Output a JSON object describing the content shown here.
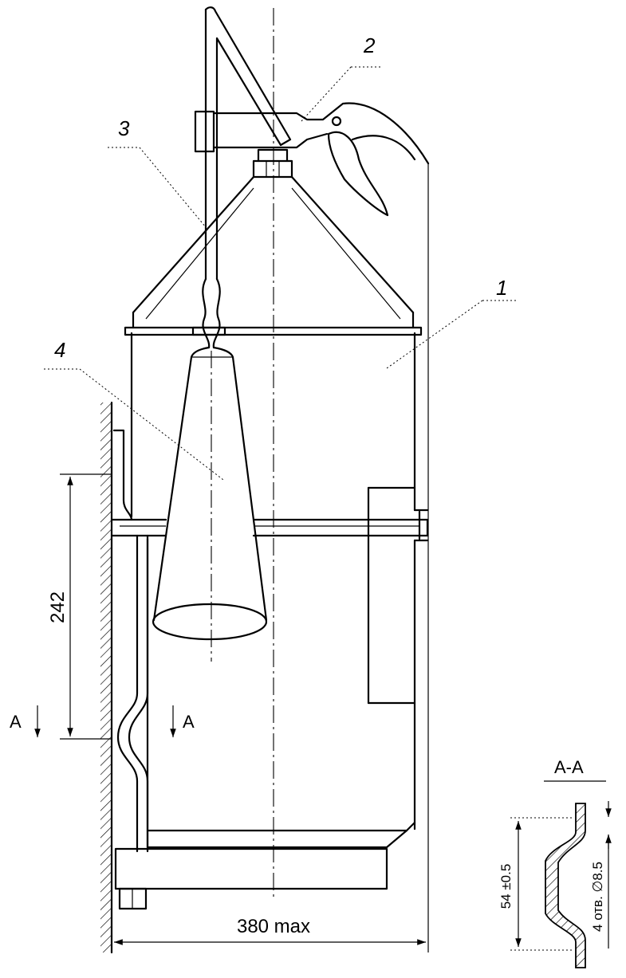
{
  "callouts": {
    "item1": "1",
    "item2": "2",
    "item3": "3",
    "item4": "4"
  },
  "dimensions": {
    "height": "242",
    "width": "380 max",
    "section_height": "54 ±0.5",
    "holes": "4 отв. ∅8.5"
  },
  "section": {
    "title": "A-A",
    "mark_left": "A",
    "mark_right": "A"
  }
}
